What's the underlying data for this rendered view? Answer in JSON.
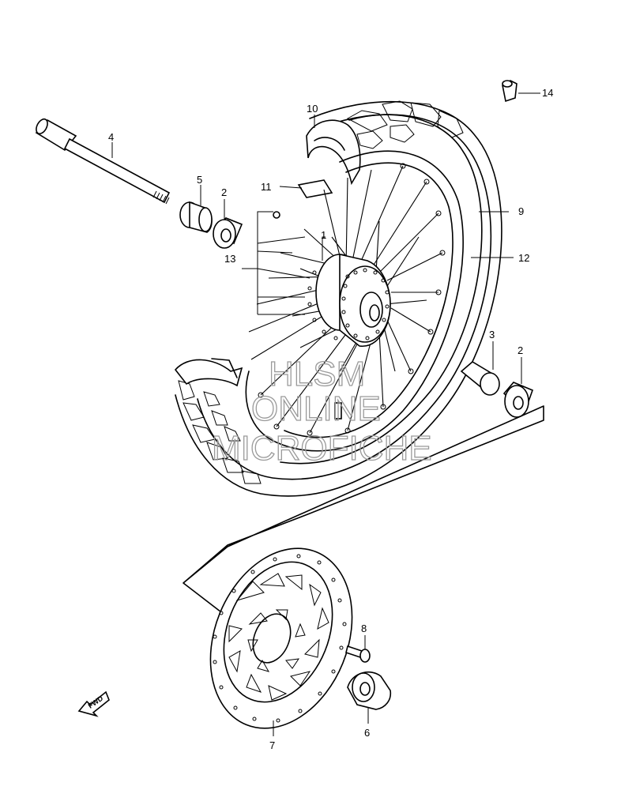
{
  "callouts": {
    "c1": "1",
    "c2a": "2",
    "c2b": "2",
    "c3": "3",
    "c4": "4",
    "c5": "5",
    "c6": "6",
    "c7": "7",
    "c8": "8",
    "c9": "9",
    "c10": "10",
    "c11": "11",
    "c12": "12",
    "c13": "13",
    "c14": "14"
  },
  "fwd_label": "FWD",
  "watermark": {
    "line1": "HLSM",
    "line2": "ONLINE",
    "line3": "MICROFICHE"
  },
  "colors": {
    "line": "#000000",
    "background": "#ffffff",
    "watermark": "#9a9a9a"
  }
}
